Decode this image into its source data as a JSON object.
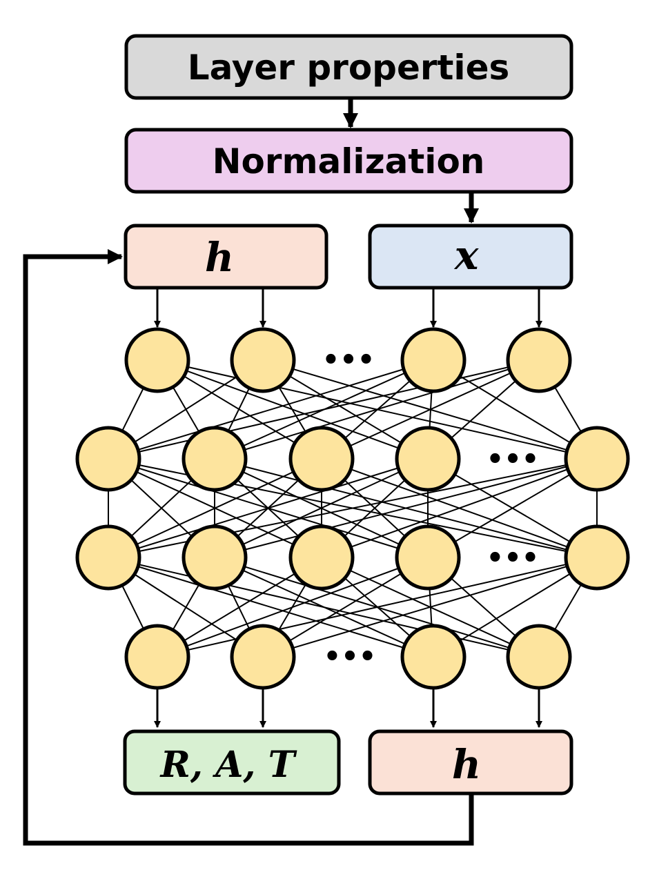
{
  "boxes": {
    "layer_properties": {
      "label": "Layer properties",
      "color": "#d9d9d9"
    },
    "normalization": {
      "label": "Normalization",
      "color": "#eecdee"
    },
    "h_input": {
      "label": "h",
      "color": "#fbe1d6"
    },
    "x_input": {
      "label": "x",
      "color": "#dbe6f4"
    },
    "rat_output": {
      "label": "R, A, T",
      "color": "#d8f0d2"
    },
    "h_output": {
      "label": "h",
      "color": "#fbe1d6"
    }
  },
  "network": {
    "neuron_color": "#fde49e",
    "ellipsis": "•••",
    "layers": [
      {
        "name": "input-layer",
        "visible_neurons": 4,
        "has_ellipsis": true
      },
      {
        "name": "hidden-layer-1",
        "visible_neurons": 5,
        "has_ellipsis": true
      },
      {
        "name": "hidden-layer-2",
        "visible_neurons": 5,
        "has_ellipsis": true
      },
      {
        "name": "output-layer",
        "visible_neurons": 4,
        "has_ellipsis": true
      }
    ]
  },
  "connections": [
    {
      "from": "layer_properties",
      "to": "normalization"
    },
    {
      "from": "normalization",
      "to": "x_input"
    },
    {
      "from": "h_input",
      "to": "input-layer"
    },
    {
      "from": "x_input",
      "to": "input-layer"
    },
    {
      "from": "output-layer",
      "to": "rat_output"
    },
    {
      "from": "output-layer",
      "to": "h_output"
    },
    {
      "from": "h_output",
      "to": "h_input",
      "kind": "feedback-loop"
    }
  ]
}
